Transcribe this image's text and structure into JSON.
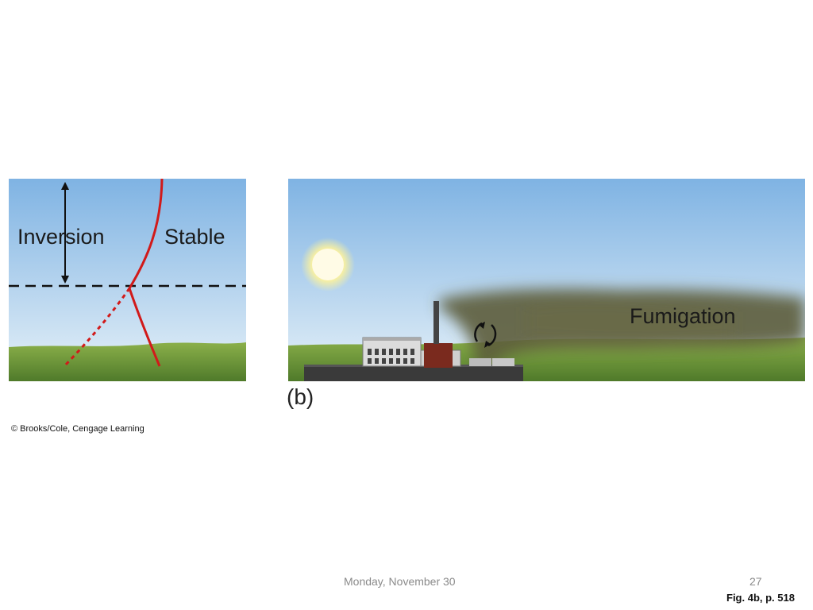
{
  "figure": {
    "left_panel": {
      "inversion_label": "Inversion",
      "stable_label": "Stable"
    },
    "right_panel": {
      "fumigation_label": "Fumigation"
    },
    "panel_letter": "(b)"
  },
  "credit": "© Brooks/Cole, Cengage Learning",
  "footer": {
    "date": "Monday, November 30",
    "page_number": "27"
  },
  "figure_reference": "Fig. 4b, p. 518",
  "colors": {
    "sky_top": "#7fb3e3",
    "sky_bottom": "#e4f0f8",
    "grass": "#6f9a3a",
    "profile_line": "#d11a1a",
    "smoke": "#5c5c3c"
  }
}
